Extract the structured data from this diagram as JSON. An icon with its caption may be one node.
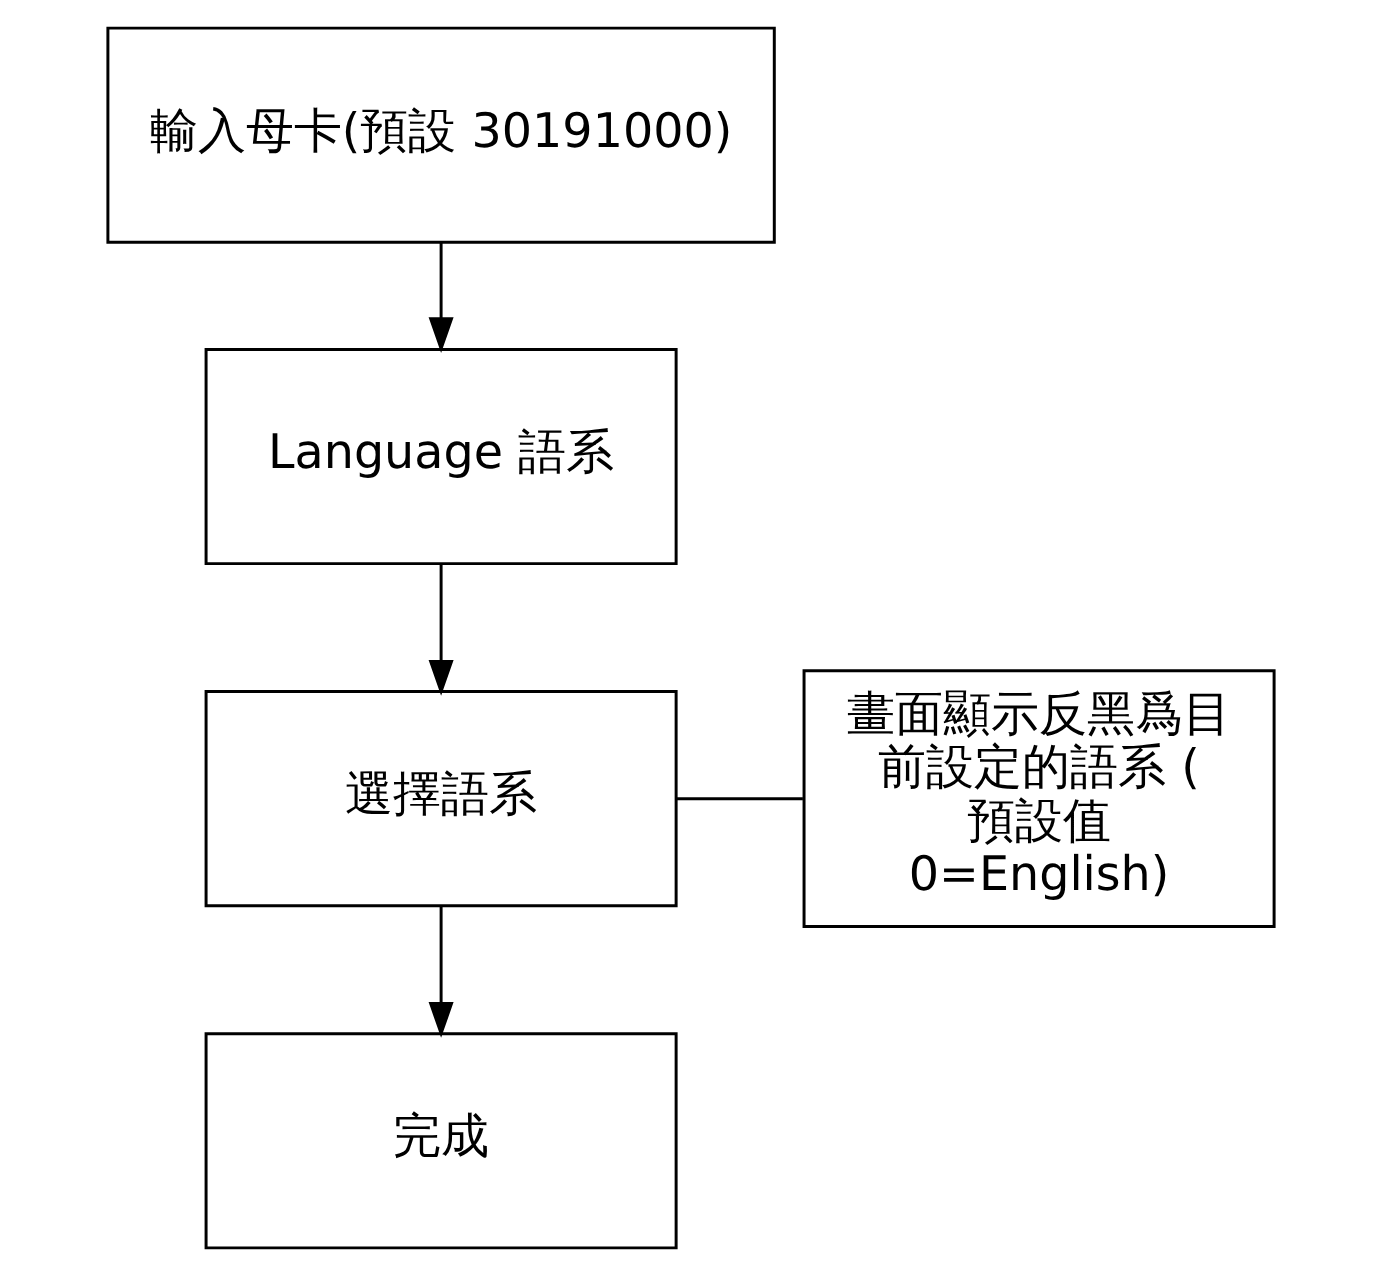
{
  "diagram": {
    "nodes": [
      {
        "text": [
          "輸入母卡(預設 30191000)"
        ]
      },
      {
        "text": [
          "Language 語系"
        ]
      },
      {
        "text": [
          "選擇語系"
        ]
      },
      {
        "text": [
          "完成"
        ]
      },
      {
        "text": [
          "畫面顯示反黑爲目前設定的語系 (預設值 0=English)"
        ]
      }
    ],
    "edges": [
      {
        "from": 0,
        "to": 1,
        "arrow": "to"
      },
      {
        "from": 1,
        "to": 2,
        "arrow": "to"
      },
      {
        "from": 2,
        "to": 3,
        "arrow": "to"
      },
      {
        "from": 4,
        "to": 2,
        "arrow": "none"
      }
    ]
  }
}
